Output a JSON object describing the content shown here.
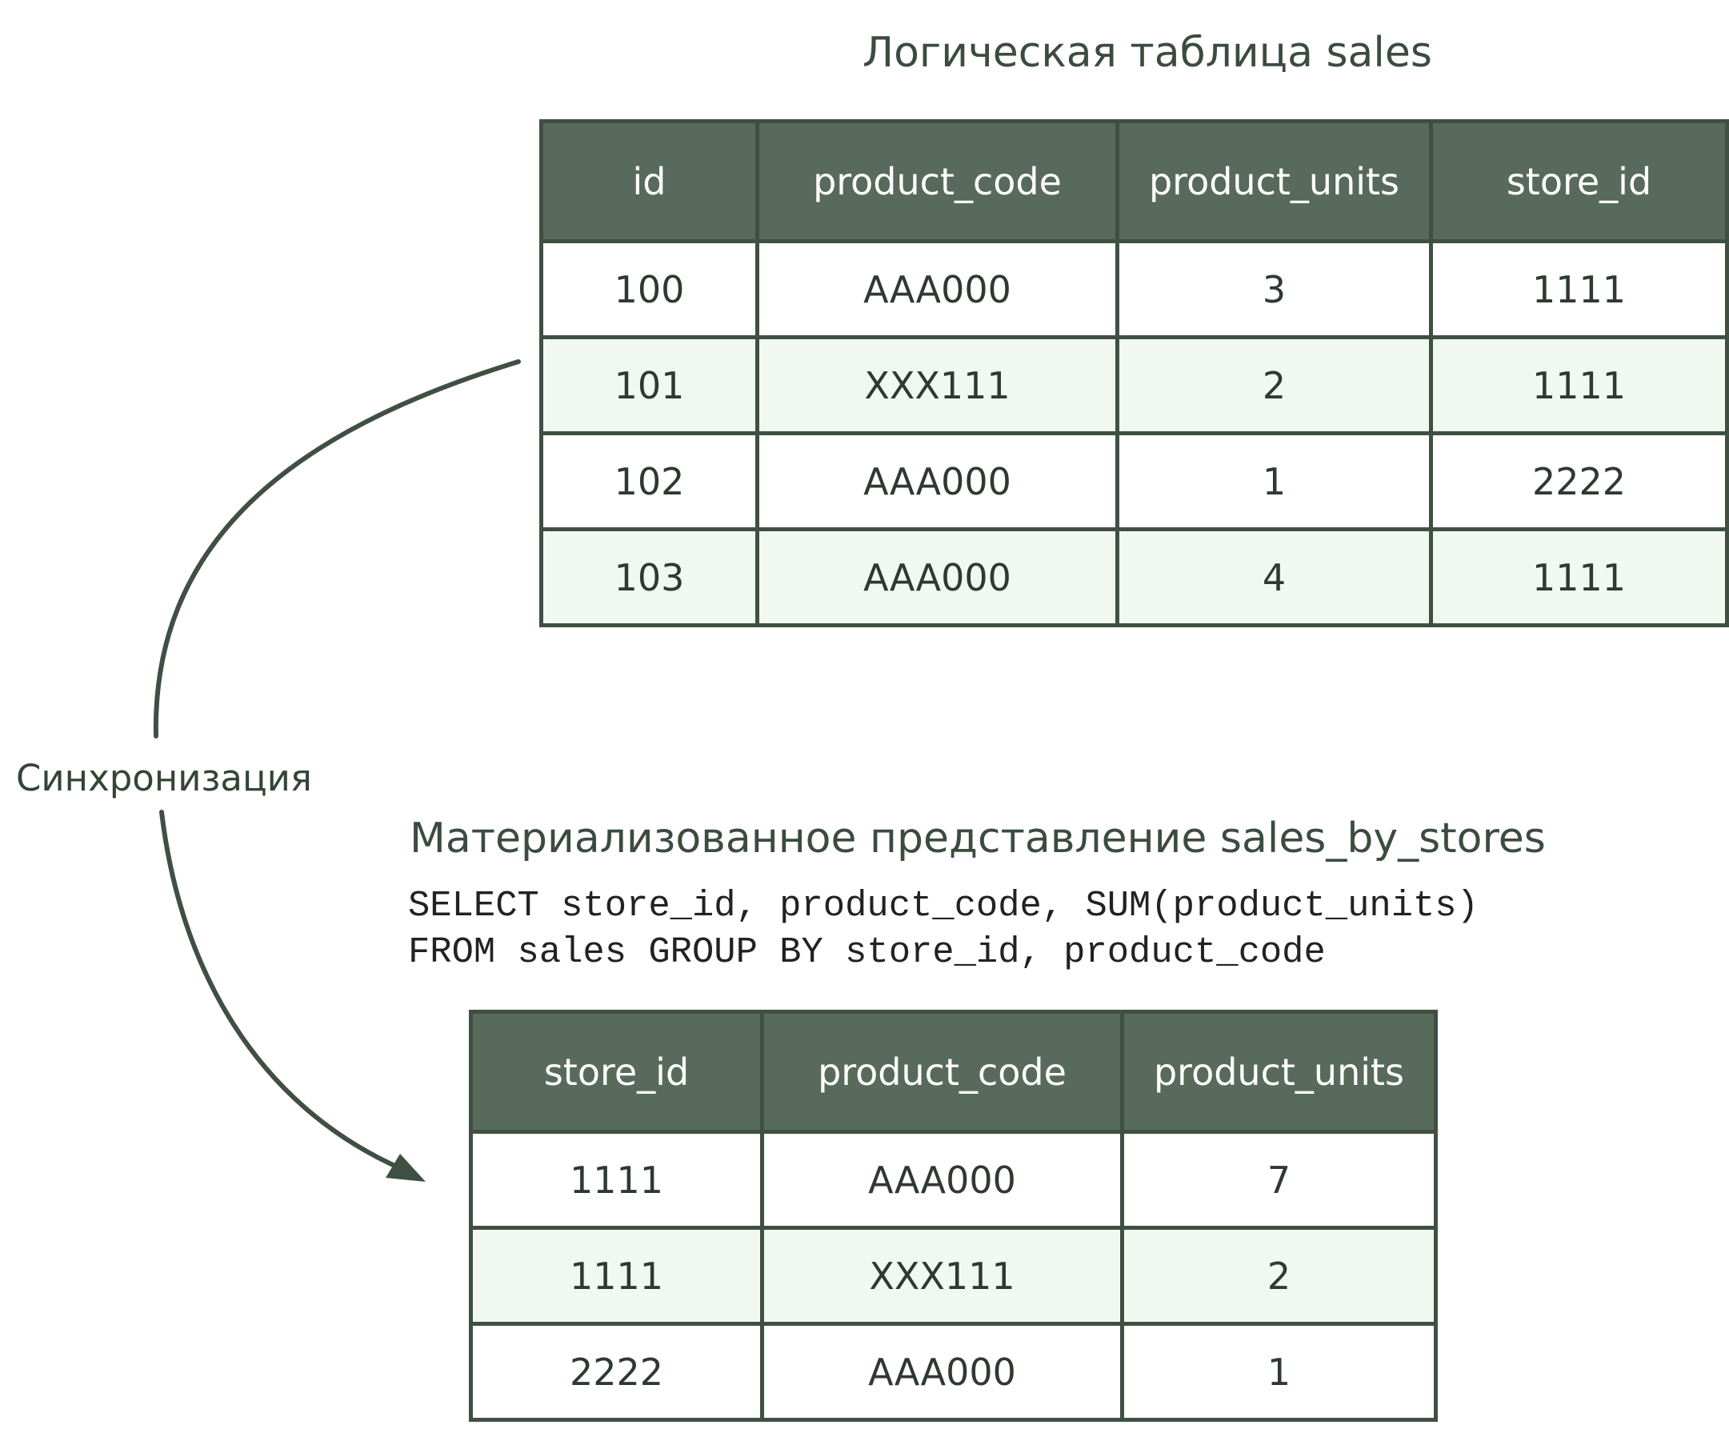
{
  "sales": {
    "title": "Логическая таблица sales",
    "headers": [
      "id",
      "product_code",
      "product_units",
      "store_id"
    ],
    "rows": [
      [
        "100",
        "AAA000",
        "3",
        "1111"
      ],
      [
        "101",
        "XXX111",
        "2",
        "1111"
      ],
      [
        "102",
        "AAA000",
        "1",
        "2222"
      ],
      [
        "103",
        "AAA000",
        "4",
        "1111"
      ]
    ]
  },
  "sync": {
    "label": "Синхронизация"
  },
  "mv": {
    "title": "Материализованное представление sales_by_stores",
    "sql": {
      "line1": "SELECT store_id, product_code, SUM(product_units)",
      "line2": "FROM sales GROUP BY store_id, product_code"
    },
    "headers": [
      "store_id",
      "product_code",
      "product_units"
    ],
    "rows": [
      [
        "1111",
        "AAA000",
        "7"
      ],
      [
        "1111",
        "XXX111",
        "2"
      ],
      [
        "2222",
        "AAA000",
        "1"
      ]
    ]
  },
  "colors": {
    "header_bg": "#586a5c",
    "border": "#3f5043",
    "row_alt_bg": "#f1f8f1",
    "arrow": "#3f5043"
  }
}
